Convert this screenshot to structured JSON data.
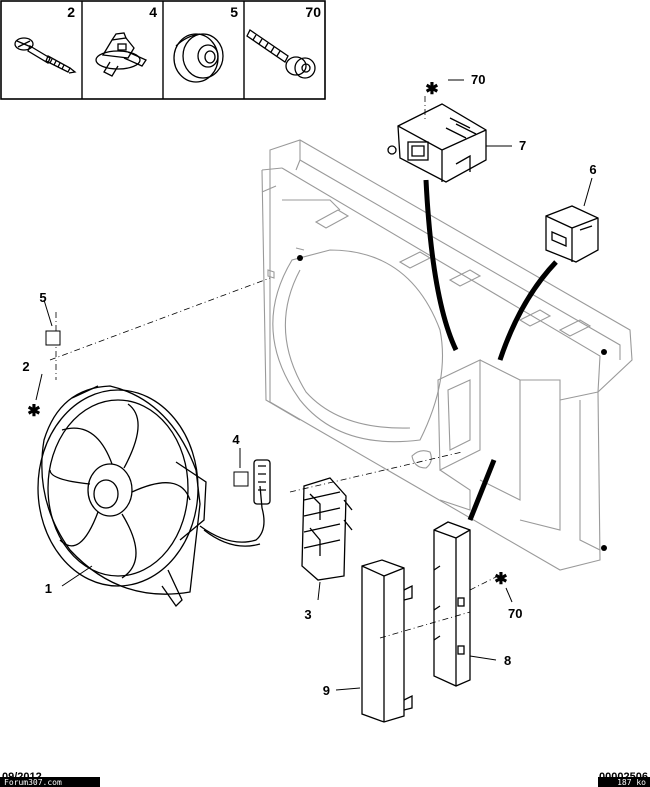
{
  "header_parts": [
    {
      "ref": "2",
      "name": "screw-icon"
    },
    {
      "ref": "4",
      "name": "clip-icon"
    },
    {
      "ref": "5",
      "name": "grommet-icon"
    },
    {
      "ref": "70",
      "name": "bolt-icon"
    }
  ],
  "callouts": {
    "fan": "1",
    "screw": "2",
    "resistor_cover": "3",
    "clip": "4",
    "grommet": "5",
    "relay": "6",
    "resistor": "7",
    "bracket": "8",
    "cover": "9",
    "bolt_top": "70",
    "bolt_bottom": "70"
  },
  "footer": {
    "date": "09/2012",
    "watermark_left": "Forum307.com",
    "reference": "00002506",
    "watermark_right": "187 ko"
  }
}
